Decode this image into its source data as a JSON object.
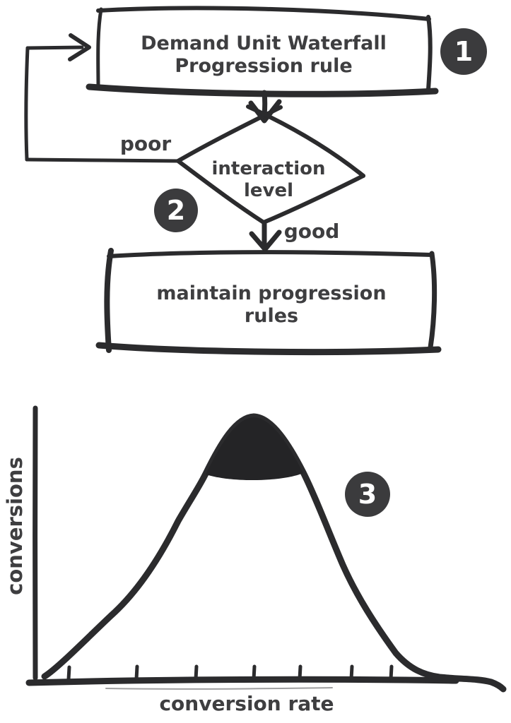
{
  "colors": {
    "background": "#ffffff",
    "ink": "#2b2b2d",
    "text_ink": "#3e3e40",
    "badge_background": "#3b3b3d",
    "badge_text": "#ffffff"
  },
  "flowchart": {
    "step1": {
      "badge": "1",
      "label_line1": "Demand Unit Waterfall",
      "label_line2": "Progression rule"
    },
    "decision": {
      "badge": "2",
      "label_line1": "interaction",
      "label_line2": "level"
    },
    "edges": {
      "poor": "poor",
      "good": "good"
    },
    "step2": {
      "label_line1": "maintain progression",
      "label_line2": "rules"
    }
  },
  "chart": {
    "badge": "3",
    "y_axis_label": "conversions",
    "x_axis_label": "conversion rate"
  },
  "chart_data": {
    "type": "area",
    "title": "",
    "xlabel": "conversion rate",
    "ylabel": "conversions",
    "curve": "normal-distribution",
    "x_axis_tick_count": 7,
    "axis_tick_labels": [],
    "points_normalized": [
      {
        "x": 0.02,
        "y": 0.0
      },
      {
        "x": 0.09,
        "y": 0.1
      },
      {
        "x": 0.26,
        "y": 0.38
      },
      {
        "x": 0.4,
        "y": 0.73
      },
      {
        "x": 0.53,
        "y": 1.0
      },
      {
        "x": 0.65,
        "y": 0.82
      },
      {
        "x": 0.77,
        "y": 0.36
      },
      {
        "x": 0.86,
        "y": 0.11
      },
      {
        "x": 1.0,
        "y": 0.0
      }
    ],
    "peak_filled": true,
    "fill_above_fraction": 0.78,
    "legend": null,
    "grid": false
  }
}
